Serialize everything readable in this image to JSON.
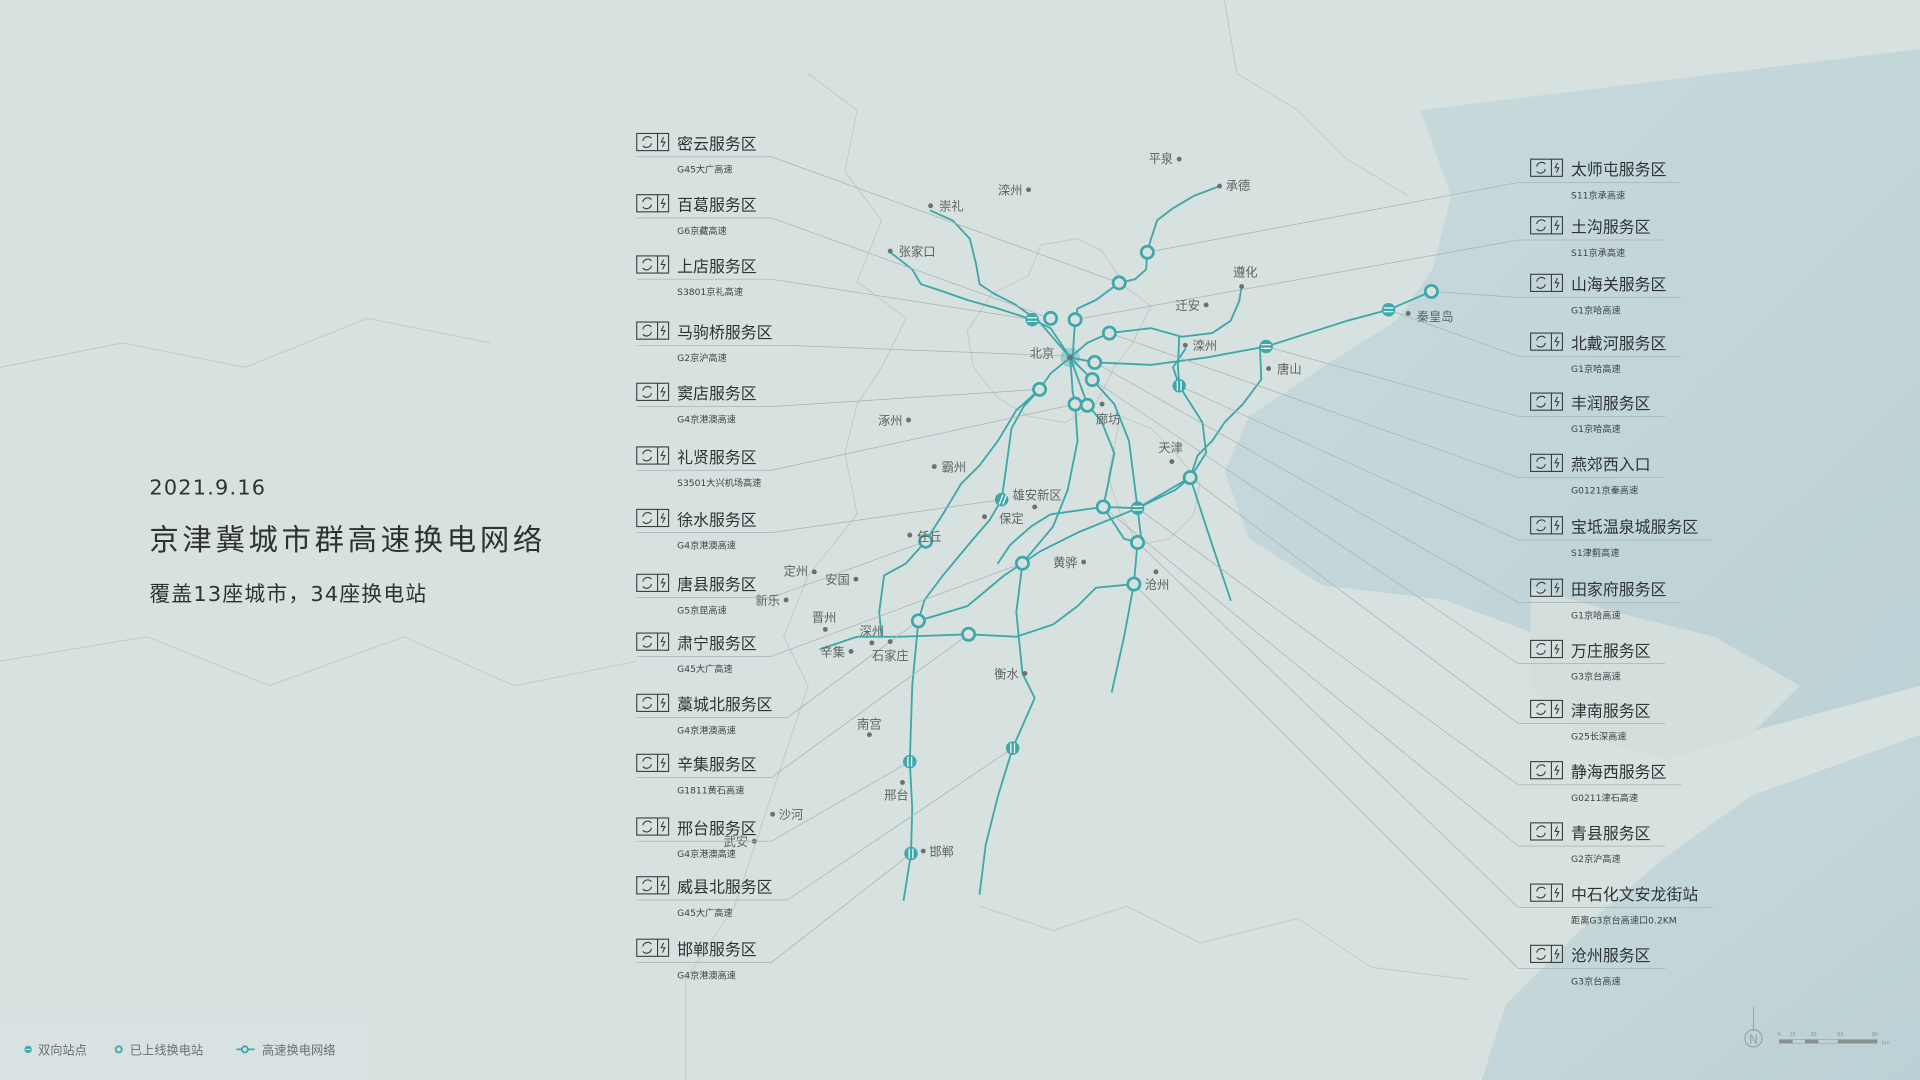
{
  "header": {
    "date": "2021.9.16",
    "title": "京津冀城市群高速换电网络",
    "subtitle": "覆盖13座城市，34座换电站"
  },
  "colors": {
    "accent": "#3ea7aa",
    "land": "#d7e1e0",
    "sea": "#c2d5d8",
    "text": "#2f3233"
  },
  "icons": {
    "row_icon": "battery-swap-icon",
    "legend": [
      "two-way-station-icon",
      "online-station-icon",
      "highway-network-icon"
    ]
  },
  "left_stations": [
    {
      "name": "密云服务区",
      "road": "G45大广高速"
    },
    {
      "name": "百葛服务区",
      "road": "G6京藏高速"
    },
    {
      "name": "上店服务区",
      "road": "S3801京礼高速"
    },
    {
      "name": "马驹桥服务区",
      "road": "G2京沪高速"
    },
    {
      "name": "窦店服务区",
      "road": "G4京港澳高速"
    },
    {
      "name": "礼贤服务区",
      "road": "S3501大兴机场高速"
    },
    {
      "name": "徐水服务区",
      "road": "G4京港澳高速"
    },
    {
      "name": "唐县服务区",
      "road": "G5京昆高速"
    },
    {
      "name": "肃宁服务区",
      "road": "G45大广高速"
    },
    {
      "name": "藁城北服务区",
      "road": "G4京港澳高速"
    },
    {
      "name": "辛集服务区",
      "road": "G1811黄石高速"
    },
    {
      "name": "邢台服务区",
      "road": "G4京港澳高速"
    },
    {
      "name": "威县北服务区",
      "road": "G45大广高速"
    },
    {
      "name": "邯郸服务区",
      "road": "G4京港澳高速"
    }
  ],
  "right_stations": [
    {
      "name": "太师屯服务区",
      "road": "S11京承高速"
    },
    {
      "name": "土沟服务区",
      "road": "S11京承高速"
    },
    {
      "name": "山海关服务区",
      "road": "G1京哈高速"
    },
    {
      "name": "北戴河服务区",
      "road": "G1京哈高速"
    },
    {
      "name": "丰润服务区",
      "road": "G1京哈高速"
    },
    {
      "name": "燕郊西入口",
      "road": "G0121京秦高速"
    },
    {
      "name": "宝坻温泉城服务区",
      "road": "S1津蓟高速"
    },
    {
      "name": "田家府服务区",
      "road": "G1京哈高速"
    },
    {
      "name": "万庄服务区",
      "road": "G3京台高速"
    },
    {
      "name": "津南服务区",
      "road": "G25长深高速"
    },
    {
      "name": "静海西服务区",
      "road": "G0211津石高速"
    },
    {
      "name": "青县服务区",
      "road": "G2京沪高速"
    },
    {
      "name": "中石化文安龙街站",
      "road": "距离G3京台高速口0.2KM"
    },
    {
      "name": "沧州服务区",
      "road": "G3京台高速"
    }
  ],
  "cities": [
    "平泉",
    "承德",
    "滦州",
    "崇礼",
    "张家口",
    "遵化",
    "迁安",
    "滦州",
    "秦皇岛",
    "唐山",
    "北京",
    "廊坊",
    "涿州",
    "霸州",
    "雄安新区",
    "保定",
    "天津",
    "任丘",
    "定州",
    "安国",
    "新乐",
    "晋州",
    "辛集",
    "深州",
    "石家庄",
    "黄骅",
    "沧州",
    "衡水",
    "南宫",
    "邢台",
    "沙河",
    "武安",
    "邯郸"
  ],
  "legend": [
    {
      "label": "双向站点"
    },
    {
      "label": "已上线换电站"
    },
    {
      "label": "高速换电网络"
    }
  ],
  "scale": {
    "ticks": [
      "0",
      "15",
      "30",
      "60",
      "90"
    ],
    "unit": "km",
    "north": "N"
  }
}
